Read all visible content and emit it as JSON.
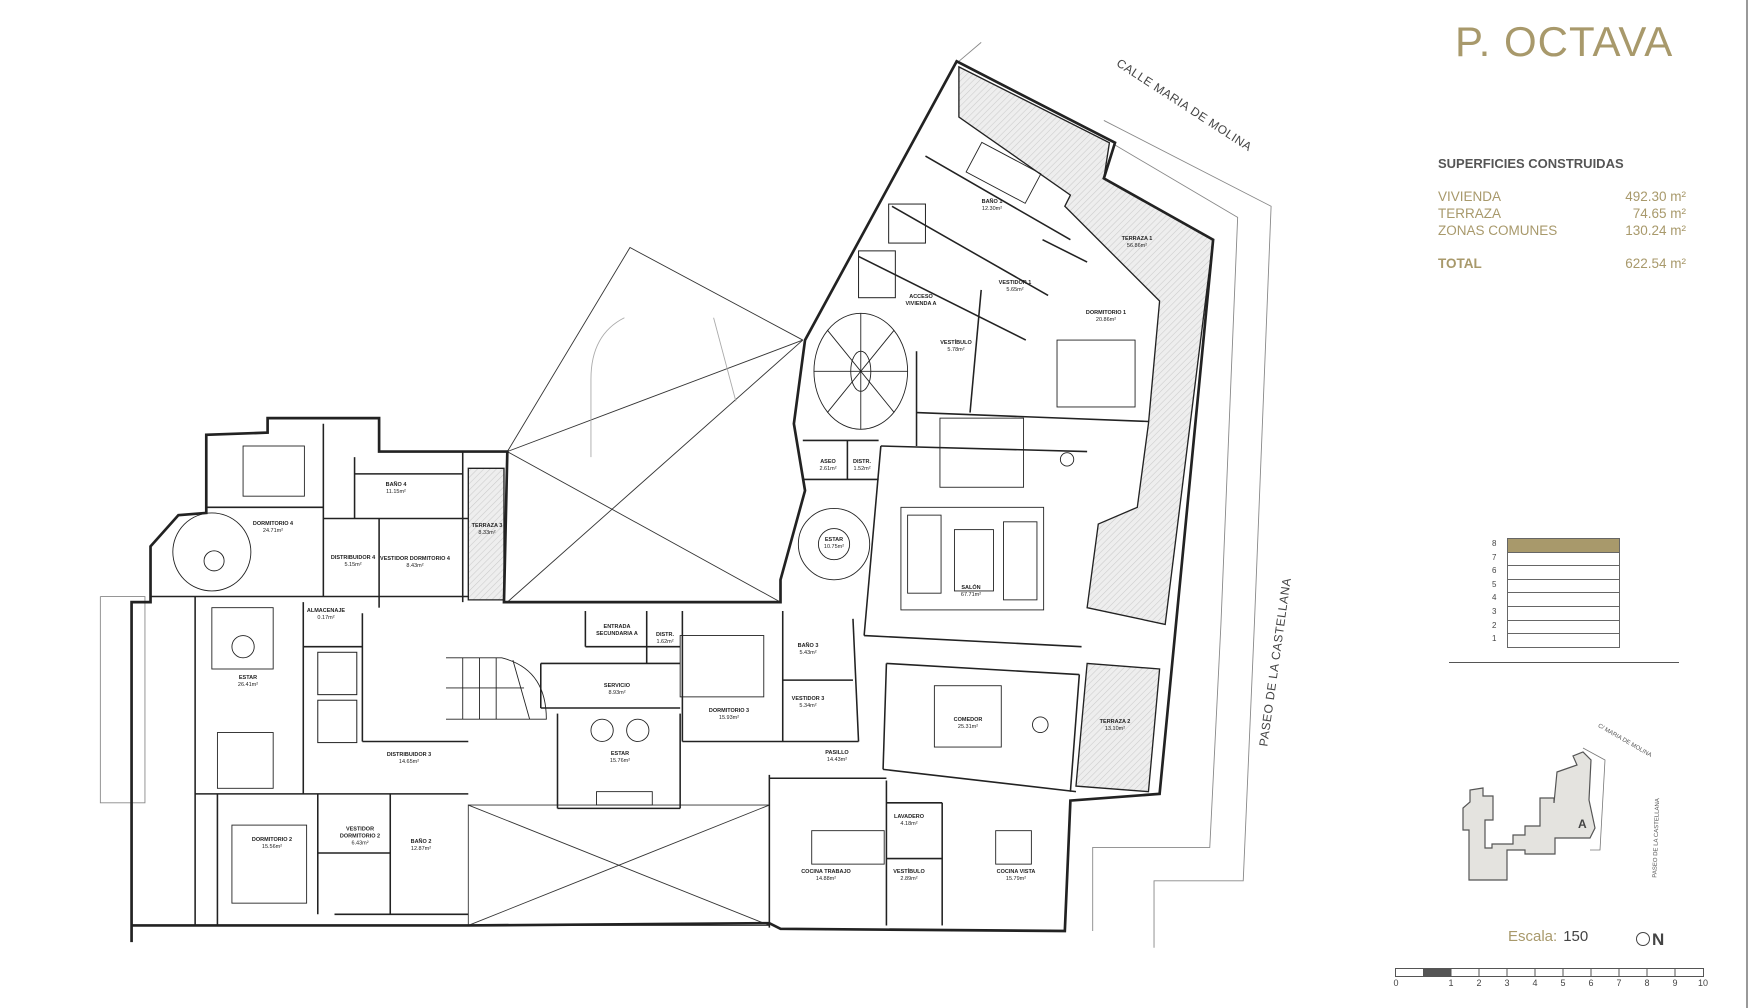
{
  "title": "P. OCTAVA",
  "surfaces": {
    "heading": "SUPERFICIES CONSTRUIDAS",
    "rows": [
      {
        "label": "VIVIENDA",
        "value": "492.30 m²"
      },
      {
        "label": "TERRAZA",
        "value": "74.65 m²"
      },
      {
        "label": "ZONAS COMUNES",
        "value": "130.24 m²"
      }
    ],
    "total": {
      "label": "TOTAL",
      "value": "622.54 m²"
    }
  },
  "floors": {
    "labels": [
      "8",
      "7",
      "6",
      "5",
      "4",
      "3",
      "2",
      "1"
    ],
    "current": "8",
    "highlight_color": "#a8996b"
  },
  "keyplan": {
    "street_north": "C/ MARIA DE MOLINA",
    "street_east": "PASEO DE LA CASTELLANA",
    "block": "A"
  },
  "scale": {
    "label": "Escala:",
    "value": "150",
    "north": "N",
    "ticks": [
      "0",
      "1",
      "2",
      "3",
      "4",
      "5",
      "6",
      "7",
      "8",
      "9",
      "10"
    ]
  },
  "plan": {
    "streets": [
      "CALLE MARIA DE MOLINA",
      "PASEO DE LA CASTELLANA"
    ],
    "rooms": [
      {
        "name": "BAÑO 1",
        "area": "12.30m²"
      },
      {
        "name": "TERRAZA 1",
        "area": "56.86m²"
      },
      {
        "name": "VESTIDOR 1",
        "area": "5.65m²"
      },
      {
        "name": "ACCESO VIVIENDA A",
        "area": ""
      },
      {
        "name": "DORMITORIO 1",
        "area": "20.86m²"
      },
      {
        "name": "VESTÍBULO",
        "area": "5.78m²"
      },
      {
        "name": "ASEO",
        "area": "2.61m²"
      },
      {
        "name": "DISTR.",
        "area": "1.52m²"
      },
      {
        "name": "ESTAR",
        "area": "10.75m²"
      },
      {
        "name": "SALÓN",
        "area": "67.71m²"
      },
      {
        "name": "DORMITORIO 4",
        "area": "24.71m²"
      },
      {
        "name": "BAÑO 4",
        "area": "11.15m²"
      },
      {
        "name": "TERRAZA 3",
        "area": "8.33m²"
      },
      {
        "name": "DISTRIBUIDOR 4",
        "area": "5.15m²"
      },
      {
        "name": "VESTIDOR DORMITORIO 4",
        "area": "8.43m²"
      },
      {
        "name": "ALMACENAJE",
        "area": "0.17m²"
      },
      {
        "name": "ENTRADA SECUNDARIA A",
        "area": ""
      },
      {
        "name": "DISTR.",
        "area": "1.62m²"
      },
      {
        "name": "SERVICIO",
        "area": "8.93m²"
      },
      {
        "name": "DORMITORIO 3",
        "area": "15.93m²"
      },
      {
        "name": "BAÑO 3",
        "area": "5.43m²"
      },
      {
        "name": "VESTIDOR 3",
        "area": "5.34m²"
      },
      {
        "name": "ESTAR",
        "area": "26.41m²"
      },
      {
        "name": "ESTAR",
        "area": "15.76m²"
      },
      {
        "name": "DISTRIBUIDOR 3",
        "area": "14.65m²"
      },
      {
        "name": "PASILLO",
        "area": "14.43m²"
      },
      {
        "name": "COMEDOR",
        "area": "25.31m²"
      },
      {
        "name": "TERRAZA 2",
        "area": "13.10m²"
      },
      {
        "name": "LAVADERO",
        "area": "4.18m²"
      },
      {
        "name": "DORMITORIO 2",
        "area": "15.56m²"
      },
      {
        "name": "VESTIDOR DORMITORIO 2",
        "area": "6.43m²"
      },
      {
        "name": "BAÑO 2",
        "area": "12.87m²"
      },
      {
        "name": "COCINA TRABAJO",
        "area": "14.88m²"
      },
      {
        "name": "VESTÍBULO",
        "area": "2.89m²"
      },
      {
        "name": "COCINA VISTA",
        "area": "15.79m²"
      }
    ]
  }
}
